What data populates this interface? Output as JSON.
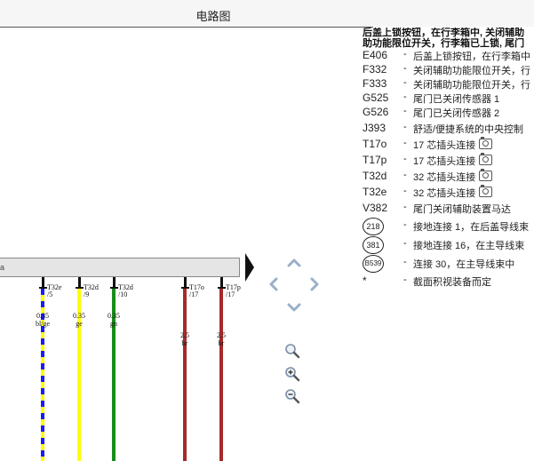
{
  "window": {
    "title": "电路图"
  },
  "diagram": {
    "bus_marker": "a",
    "connectors": [
      {
        "id": "T32e",
        "pin": "/5"
      },
      {
        "id": "T32d",
        "pin": "/9"
      },
      {
        "id": "T32d",
        "pin": "/10"
      },
      {
        "id": "T17o",
        "pin": "/17"
      },
      {
        "id": "T17p",
        "pin": "/17"
      }
    ],
    "wires": [
      {
        "size": "0.35",
        "color_code": "bl/ge",
        "colors": [
          "#1a1aff",
          "#ffff00"
        ]
      },
      {
        "size": "0.35",
        "color_code": "ge",
        "colors": [
          "#ffff00"
        ]
      },
      {
        "size": "0.35",
        "color_code": "gn",
        "colors": [
          "#1a8c1a"
        ]
      },
      {
        "size": "2.5",
        "color_code": "br",
        "colors": [
          "#a52a2a"
        ]
      },
      {
        "size": "2.5",
        "color_code": "br",
        "colors": [
          "#a52a2a"
        ]
      }
    ]
  },
  "navigation": {
    "up": "chevron-up-icon",
    "left": "chevron-left-icon",
    "right": "chevron-right-icon",
    "down": "chevron-down-icon",
    "zoom_fit": "magnifier-icon",
    "zoom_in": "zoom-in-icon",
    "zoom_out": "zoom-out-icon"
  },
  "legend": {
    "heading_line1": "后盖上锁按钮，在行李箱中, 关闭辅助",
    "heading_line2": "助功能限位开关，行李箱已上锁, 尾门",
    "items": [
      {
        "code": "E406",
        "desc": "后盖上锁按钮，在行李箱中"
      },
      {
        "code": "F332",
        "desc": "关闭辅助功能限位开关，行"
      },
      {
        "code": "F333",
        "desc": "关闭辅助功能限位开关，行"
      },
      {
        "code": "G525",
        "desc": "尾门已关闭传感器 1"
      },
      {
        "code": "G526",
        "desc": "尾门已关闭传感器 2"
      },
      {
        "code": "J393",
        "desc": "舒适/便捷系统的中央控制"
      },
      {
        "code": "T17o",
        "desc": "17 芯插头连接",
        "camera": true
      },
      {
        "code": "T17p",
        "desc": "17 芯插头连接",
        "camera": true
      },
      {
        "code": "T32d",
        "desc": "32 芯插头连接",
        "camera": true
      },
      {
        "code": "T32e",
        "desc": "32 芯插头连接",
        "camera": true
      },
      {
        "code": "V382",
        "desc": "尾门关闭辅助装置马达"
      },
      {
        "circle": "218",
        "desc": "接地连接 1，在后盖导线束"
      },
      {
        "circle": "381",
        "desc": "接地连接 16，在主导线束"
      },
      {
        "circle": "B539",
        "desc": "连接 30，在主导线束中"
      },
      {
        "code": "*",
        "desc": "截面积视装备而定"
      }
    ]
  }
}
